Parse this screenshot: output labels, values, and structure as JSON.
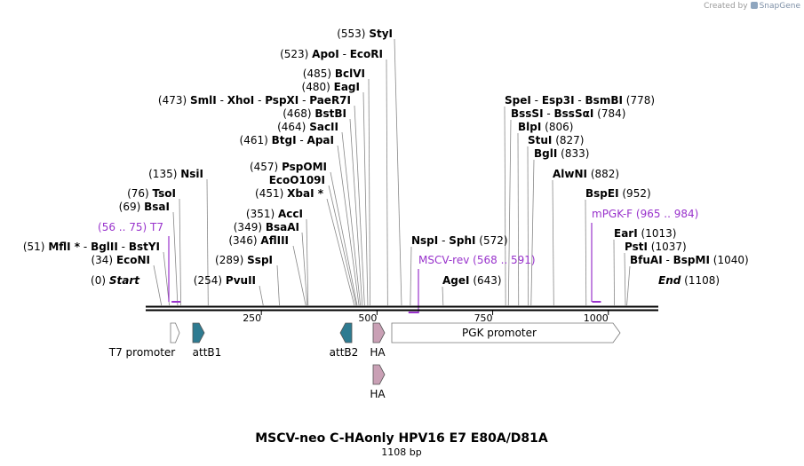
{
  "credit": {
    "prefix": "Created by",
    "brand": "SnapGene"
  },
  "title": "MSCV-neo C-HAonly HPV16 E7 E80A/D81A",
  "length_label": "1108 bp",
  "sequence_length": 1108,
  "ticks": [
    "250",
    "500",
    "750",
    "1000"
  ],
  "colors": {
    "primer": "#9933cc",
    "attB": "#2e7b91",
    "HA": "#c9a0b5",
    "T7": "#ffffff",
    "PGK": "#ffffff",
    "leader": "#888888"
  },
  "sites": [
    {
      "pos": 0,
      "pos_label": "(0)",
      "names": [
        "Start"
      ],
      "side": "left",
      "italic": true
    },
    {
      "pos": 34,
      "pos_label": "(34)",
      "names": [
        "EcoNI"
      ],
      "side": "left"
    },
    {
      "pos": 51,
      "pos_label": "(51)",
      "names": [
        "MflI *",
        "BglII",
        "BstYI"
      ],
      "side": "left"
    },
    {
      "pos": 69,
      "pos_label": "(69)",
      "names": [
        "BsaI"
      ],
      "side": "left"
    },
    {
      "pos": 76,
      "pos_label": "(76)",
      "names": [
        "TsoI"
      ],
      "side": "left"
    },
    {
      "pos": 135,
      "pos_label": "(135)",
      "names": [
        "NsiI"
      ],
      "side": "left"
    },
    {
      "pos": 254,
      "pos_label": "(254)",
      "names": [
        "PvuII"
      ],
      "side": "left"
    },
    {
      "pos": 289,
      "pos_label": "(289)",
      "names": [
        "SspI"
      ],
      "side": "left"
    },
    {
      "pos": 346,
      "pos_label": "(346)",
      "names": [
        "AflIII"
      ],
      "side": "left"
    },
    {
      "pos": 349,
      "pos_label": "(349)",
      "names": [
        "BsaAI"
      ],
      "side": "left"
    },
    {
      "pos": 351,
      "pos_label": "(351)",
      "names": [
        "AccI"
      ],
      "side": "left"
    },
    {
      "pos": 451,
      "pos_label": "(451)",
      "names": [
        "XbaI *"
      ],
      "side": "left"
    },
    {
      "pos": 455,
      "pos_label": "",
      "names": [
        "EcoO109I"
      ],
      "side": "left"
    },
    {
      "pos": 457,
      "pos_label": "(457)",
      "names": [
        "PspOMI"
      ],
      "side": "left"
    },
    {
      "pos": 461,
      "pos_label": "(461)",
      "names": [
        "BtgI",
        "ApaI"
      ],
      "side": "left"
    },
    {
      "pos": 464,
      "pos_label": "(464)",
      "names": [
        "SacII"
      ],
      "side": "left"
    },
    {
      "pos": 468,
      "pos_label": "(468)",
      "names": [
        "BstBI"
      ],
      "side": "left"
    },
    {
      "pos": 473,
      "pos_label": "(473)",
      "names": [
        "SmlI",
        "XhoI",
        "PspXI",
        "PaeR7I"
      ],
      "side": "left"
    },
    {
      "pos": 480,
      "pos_label": "(480)",
      "names": [
        "EagI"
      ],
      "side": "left"
    },
    {
      "pos": 485,
      "pos_label": "(485)",
      "names": [
        "BclVI"
      ],
      "side": "left"
    },
    {
      "pos": 523,
      "pos_label": "(523)",
      "names": [
        "ApoI",
        "EcoRI"
      ],
      "side": "left"
    },
    {
      "pos": 553,
      "pos_label": "(553)",
      "names": [
        "StyI"
      ],
      "side": "left"
    },
    {
      "pos": 572,
      "pos_label": "(572)",
      "names": [
        "NspI",
        "SphI"
      ],
      "side": "right"
    },
    {
      "pos": 643,
      "pos_label": "(643)",
      "names": [
        "AgeI"
      ],
      "side": "right"
    },
    {
      "pos": 778,
      "pos_label": "(778)",
      "names": [
        "SpeI",
        "Esp3I",
        "BsmBI"
      ],
      "side": "right"
    },
    {
      "pos": 784,
      "pos_label": "(784)",
      "names": [
        "BssSI",
        "BssSαI"
      ],
      "side": "right"
    },
    {
      "pos": 806,
      "pos_label": "(806)",
      "names": [
        "BlpI"
      ],
      "side": "right"
    },
    {
      "pos": 827,
      "pos_label": "(827)",
      "names": [
        "StuI"
      ],
      "side": "right"
    },
    {
      "pos": 833,
      "pos_label": "(833)",
      "names": [
        "BglI"
      ],
      "side": "right"
    },
    {
      "pos": 882,
      "pos_label": "(882)",
      "names": [
        "AlwNI"
      ],
      "side": "right"
    },
    {
      "pos": 952,
      "pos_label": "(952)",
      "names": [
        "BspEI"
      ],
      "side": "right"
    },
    {
      "pos": 1013,
      "pos_label": "(1013)",
      "names": [
        "EarI"
      ],
      "side": "right"
    },
    {
      "pos": 1037,
      "pos_label": "(1037)",
      "names": [
        "PstI"
      ],
      "side": "right"
    },
    {
      "pos": 1040,
      "pos_label": "(1040)",
      "names": [
        "BfuAI",
        "BspMI"
      ],
      "side": "right"
    },
    {
      "pos": 1108,
      "pos_label": "(1108)",
      "names": [
        "End"
      ],
      "side": "right",
      "italic": true
    }
  ],
  "primers": [
    {
      "name": "T7",
      "range_label": "(56 .. 75)",
      "start": 56,
      "end": 75,
      "strand": "+"
    },
    {
      "name": "MSCV-rev",
      "range_label": "(568 .. 591)",
      "start": 568,
      "end": 591,
      "strand": "-"
    },
    {
      "name": "mPGK-F",
      "range_label": "(965 .. 984)",
      "start": 965,
      "end": 984,
      "strand": "+"
    }
  ],
  "features": [
    {
      "name": "T7 promoter",
      "start": 56,
      "end": 75,
      "direction": "right",
      "color": "#ffffff"
    },
    {
      "name": "attB1",
      "start": 101,
      "end": 125,
      "direction": "right",
      "color": "#2e7b91"
    },
    {
      "name": "attB2",
      "start": 425,
      "end": 449,
      "direction": "left",
      "color": "#2e7b91"
    },
    {
      "name": "HA",
      "start": 492,
      "end": 518,
      "direction": "right",
      "color": "#c9a0b5"
    },
    {
      "name": "PGK promoter",
      "start": 534,
      "end": 1050,
      "direction": "right",
      "color": "#ffffff"
    },
    {
      "name": "HA",
      "start": 492,
      "end": 518,
      "direction": "right",
      "color": "#c9a0b5"
    }
  ]
}
